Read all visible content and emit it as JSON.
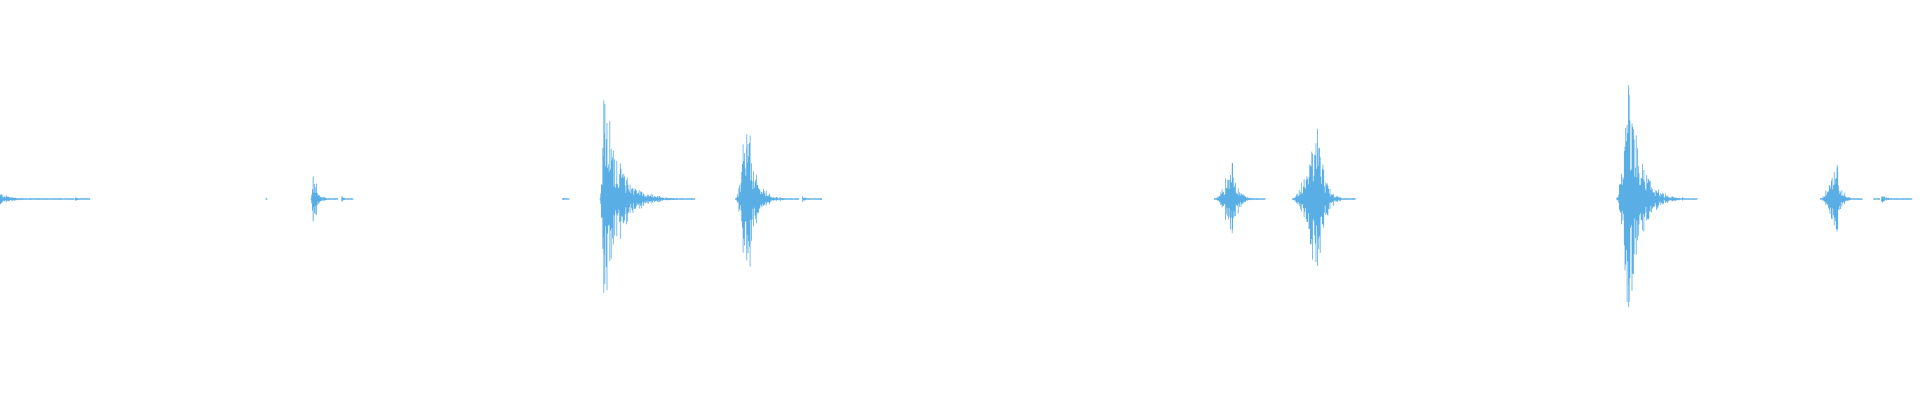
{
  "waveform": {
    "color": "#5aaee6",
    "bursts": [
      {
        "start": 0.0,
        "end": 0.0385,
        "peak": 0.015,
        "onset": 0.0
      },
      {
        "start": 0.039,
        "end": 0.047,
        "peak": 0.006,
        "onset": 0.0
      },
      {
        "start": 0.1385,
        "end": 0.1392,
        "peak": 0.003,
        "onset": 0.0
      },
      {
        "start": 0.162,
        "end": 0.176,
        "peak": 0.06,
        "onset": 0.08
      },
      {
        "start": 0.178,
        "end": 0.184,
        "peak": 0.008,
        "onset": 0.0
      },
      {
        "start": 0.293,
        "end": 0.2965,
        "peak": 0.006,
        "onset": 0.0
      },
      {
        "start": 0.3125,
        "end": 0.362,
        "peak": 0.26,
        "onset": 0.04
      },
      {
        "start": 0.383,
        "end": 0.416,
        "peak": 0.17,
        "onset": 0.18
      },
      {
        "start": 0.418,
        "end": 0.428,
        "peak": 0.008,
        "onset": 0.0
      },
      {
        "start": 0.6325,
        "end": 0.659,
        "peak": 0.095,
        "onset": 0.35
      },
      {
        "start": 0.673,
        "end": 0.706,
        "peak": 0.185,
        "onset": 0.4
      },
      {
        "start": 0.842,
        "end": 0.884,
        "peak": 0.3,
        "onset": 0.15
      },
      {
        "start": 0.948,
        "end": 0.97,
        "peak": 0.09,
        "onset": 0.4
      },
      {
        "start": 0.976,
        "end": 0.979,
        "peak": 0.005,
        "onset": 0.0
      },
      {
        "start": 0.98,
        "end": 0.996,
        "peak": 0.012,
        "onset": 0.0
      }
    ]
  }
}
